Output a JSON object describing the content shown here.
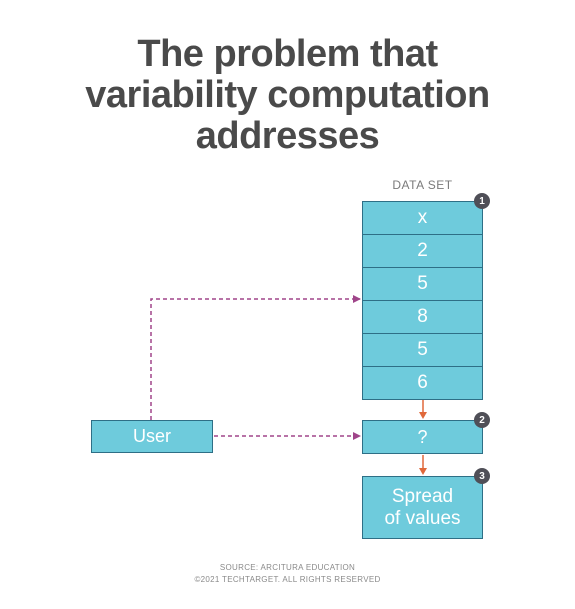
{
  "title": {
    "lines": [
      "The problem that",
      "variability computation",
      "addresses"
    ]
  },
  "data_set": {
    "label": "DATA SET",
    "values": [
      "x",
      "2",
      "5",
      "8",
      "5",
      "6"
    ],
    "badge": "1"
  },
  "user": {
    "label": "User"
  },
  "unknown": {
    "label": "?",
    "badge": "2"
  },
  "result": {
    "lines": [
      "Spread",
      "of values"
    ],
    "badge": "3"
  },
  "footer": {
    "source": "SOURCE: ARCITURA EDUCATION",
    "copyright": "©2021 TECHTARGET. ALL RIGHTS RESERVED"
  },
  "colors": {
    "box_fill": "#6ecbdc",
    "box_border": "#2e6f86",
    "dashed_arrow": "#a0458a",
    "solid_arrow": "#e0683a",
    "badge": "#4f4f57"
  }
}
